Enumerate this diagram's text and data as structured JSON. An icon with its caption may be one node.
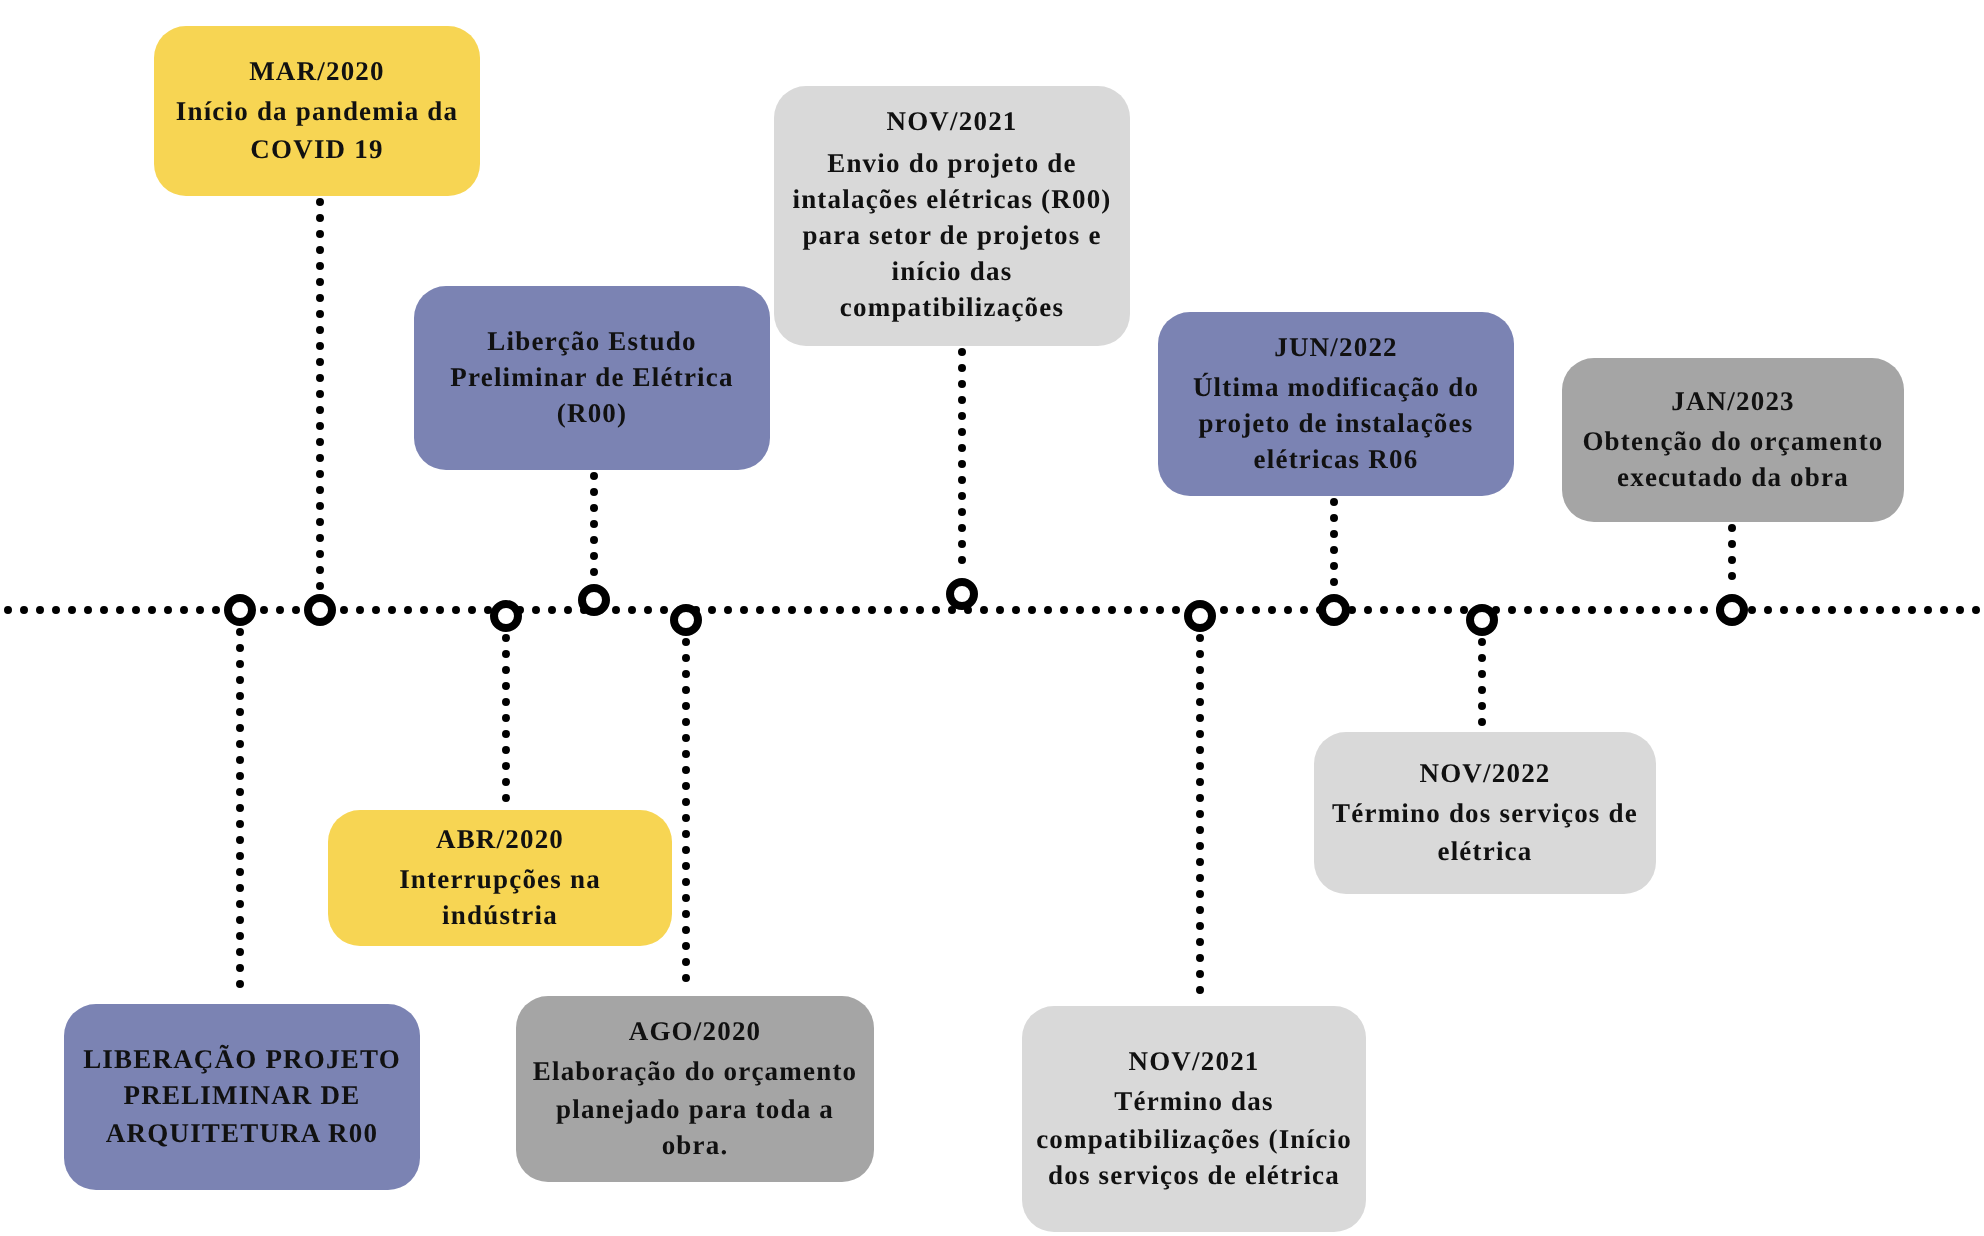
{
  "diagram": {
    "nodes": [
      {
        "text": [
          "MAR/2020",
          "Início da pandemia da COVID 19"
        ]
      },
      {
        "text": [
          "NOV/2021",
          "Envio do projeto de intalações elétricas (R00) para setor de projetos e início das compatibilizações"
        ]
      },
      {
        "text": [
          "Liberção Estudo Preliminar de Elétrica (R00)"
        ]
      },
      {
        "text": [
          "JUN/2022",
          "Última modificação do projeto de instalações elétricas R06"
        ]
      },
      {
        "text": [
          "JAN/2023",
          "Obtenção do orçamento executado da obra"
        ]
      },
      {
        "text": [],
        "shape": "circle"
      },
      {
        "text": [],
        "shape": "circle"
      },
      {
        "text": [],
        "shape": "circle"
      },
      {
        "text": [],
        "shape": "circle"
      },
      {
        "text": [],
        "shape": "circle"
      },
      {
        "text": [],
        "shape": "circle"
      },
      {
        "text": [],
        "shape": "circle"
      },
      {
        "text": [],
        "shape": "circle"
      },
      {
        "text": [],
        "shape": "circle"
      },
      {
        "text": [],
        "shape": "circle"
      },
      {
        "text": [
          "NOV/2022",
          "Término dos serviços de elétrica"
        ]
      },
      {
        "text": [
          "ABR/2020",
          "Interrupções na indústria"
        ]
      },
      {
        "text": [
          "LIBERAÇÃO PROJETO PRELIMINAR DE ARQUITETURA R00"
        ]
      },
      {
        "text": [
          "AGO/2020",
          "Elaboração do orçamento planejado para toda a obra."
        ]
      },
      {
        "text": [
          "NOV/2021",
          "Término das compatibilizações (Início dos serviços de elétrica"
        ]
      }
    ],
    "edges": [
      {
        "from": 0,
        "to": 6,
        "arrow": "none"
      },
      {
        "from": 1,
        "to": 10,
        "arrow": "none"
      },
      {
        "from": 2,
        "to": 8,
        "arrow": "none"
      },
      {
        "from": 3,
        "to": 12,
        "arrow": "none"
      },
      {
        "from": 4,
        "to": 14,
        "arrow": "none"
      },
      {
        "from": 5,
        "to": 17,
        "arrow": "none"
      },
      {
        "from": 7,
        "to": 16,
        "arrow": "none"
      },
      {
        "from": 9,
        "to": 18,
        "arrow": "none"
      },
      {
        "from": 11,
        "to": 19,
        "arrow": "none"
      },
      {
        "from": 13,
        "to": 15,
        "arrow": "none"
      }
    ]
  }
}
